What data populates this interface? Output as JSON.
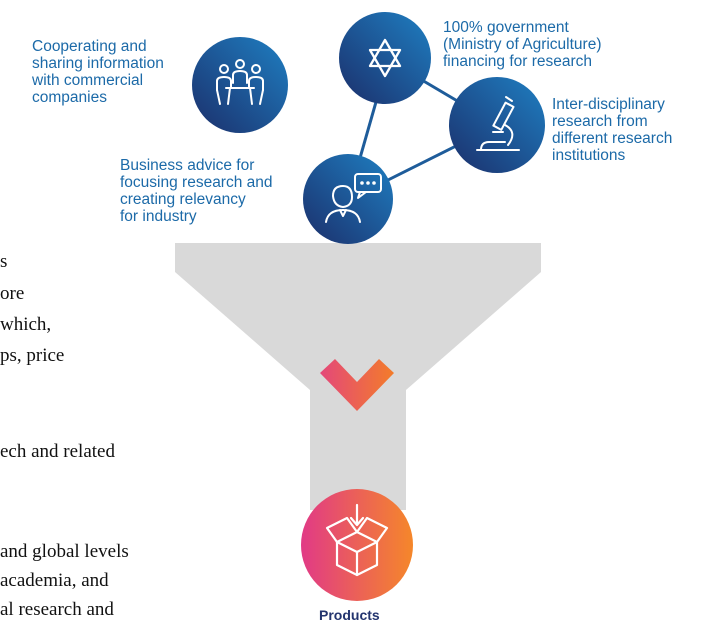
{
  "captions": {
    "cooperating": "Cooperating and\nsharing information\nwith commercial\ncompanies",
    "government": "100% government\n(Ministry of Agriculture)\nfinancing for research",
    "interdisciplinary": "Inter-disciplinary\nresearch from\ndifferent research\ninstitutions",
    "business": "Business advice for\nfocusing research and\ncreating relevancy\nfor industry"
  },
  "icons": {
    "cooperating": "meeting-people-icon",
    "government": "star-of-david-icon",
    "interdisciplinary": "microscope-icon",
    "business": "advisor-speech-bubble-icon",
    "products": "open-box-icon"
  },
  "output_label": "Products",
  "body_text_fragments": [
    "s",
    "ore",
    "which,",
    "ps, price",
    "ech  and  related",
    "and global levels",
    " academia,  and",
    "al  research  and"
  ],
  "colors": {
    "circle_dark": "#1b2f6b",
    "circle_light": "#1f7fc2",
    "funnel": "#d9d9d9",
    "chevron_start": "#e4487a",
    "chevron_end": "#f37c2a",
    "products_start": "#e13a86",
    "products_end": "#f5872a",
    "connector": "#1e5c9a",
    "caption_text": "#1c6aa8",
    "label_text": "#23346e"
  }
}
